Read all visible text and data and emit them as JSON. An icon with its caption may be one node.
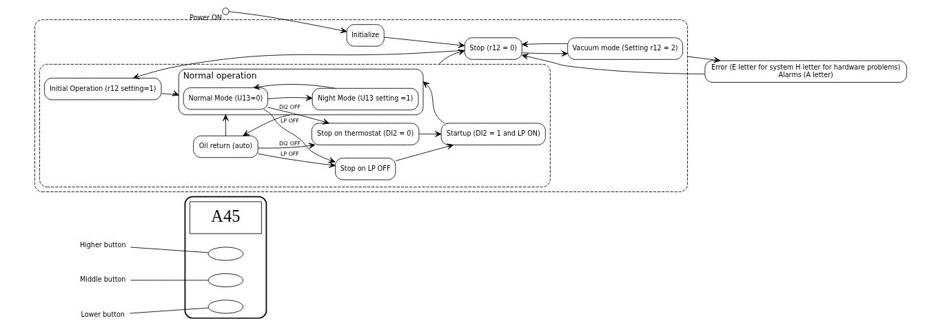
{
  "diagram": {
    "nodes": [
      {
        "text": [],
        "shape": "box"
      },
      {
        "text": [
          "A45"
        ],
        "in": 0
      },
      {
        "text": [],
        "shape": "ellipse",
        "in": 0
      },
      {
        "text": [],
        "shape": "ellipse",
        "in": 0
      },
      {
        "text": [],
        "shape": "ellipse",
        "in": 0
      },
      {
        "text": [
          "Higher button"
        ]
      },
      {
        "text": [
          "Middle button"
        ]
      },
      {
        "text": [
          "Lower button"
        ]
      },
      {
        "text": [],
        "shape": "circle",
        "beside": [
          "Power ON"
        ]
      },
      {
        "text": [],
        "shape": "box"
      },
      {
        "text": [
          "Initialize"
        ],
        "in": 9
      },
      {
        "text": [
          "Stop (r12 = 0)"
        ],
        "in": 9
      },
      {
        "text": [
          "Vacuum mode (Setting r12 = 2)"
        ],
        "in": 9
      },
      {
        "text": [],
        "shape": "box",
        "in": 9
      },
      {
        "text": [
          "Initial Operation (r12 setting=1)"
        ],
        "in": 13
      },
      {
        "text": [
          "Normal operation"
        ],
        "in": 13
      },
      {
        "text": [
          "Normal Mode (U13=0)"
        ],
        "in": 15
      },
      {
        "text": [
          "Night Mode (U13 setting =1)"
        ],
        "in": 15
      },
      {
        "text": [
          "Startup (DI2 = 1 and LP ON)"
        ],
        "in": 13
      },
      {
        "text": [
          "Oil return (auto)"
        ],
        "in": 13
      },
      {
        "text": [
          "Stop on LP OFF"
        ],
        "in": 13
      },
      {
        "text": [
          "Stop on thermostat (DI2 = 0)"
        ],
        "in": 13
      },
      {
        "text": [
          "Error (E letter for system H letter for hardware problems)",
          "Alarms (A letter)"
        ]
      }
    ],
    "edges": [
      {
        "from": 5,
        "to": 2,
        "arrow": "none"
      },
      {
        "from": 6,
        "to": 3,
        "arrow": "none"
      },
      {
        "from": 7,
        "to": 4,
        "arrow": "none"
      },
      {
        "from": 8,
        "to": 10,
        "arrow": "to"
      },
      {
        "from": 10,
        "to": 11,
        "arrow": "to"
      },
      {
        "from": 11,
        "to": 12,
        "arrow": "to"
      },
      {
        "from": 12,
        "to": 11,
        "arrow": "to"
      },
      {
        "from": 11,
        "to": 14,
        "arrow": "to"
      },
      {
        "from": 13,
        "to": 11,
        "arrow": "to"
      },
      {
        "from": 14,
        "to": 15,
        "arrow": "to"
      },
      {
        "from": 16,
        "to": 17,
        "arrow": "to"
      },
      {
        "from": 17,
        "to": 16,
        "arrow": "to"
      },
      {
        "from": 18,
        "to": 15,
        "arrow": "to"
      },
      {
        "from": 16,
        "to": 21,
        "arrow": "to",
        "label": "DI2 OFF"
      },
      {
        "from": 16,
        "to": 20,
        "arrow": "to",
        "label": "LP OFF"
      },
      {
        "from": 15,
        "to": 19,
        "arrow": "to"
      },
      {
        "from": 19,
        "to": 15,
        "arrow": "to"
      },
      {
        "from": 19,
        "to": 21,
        "arrow": "to",
        "label": "DI2 OFF"
      },
      {
        "from": 19,
        "to": 20,
        "arrow": "to",
        "label": "LP OFF"
      },
      {
        "from": 20,
        "to": 18,
        "arrow": "to"
      },
      {
        "from": 21,
        "to": 18,
        "arrow": "to"
      },
      {
        "from": 9,
        "to": 22,
        "arrow": "to"
      },
      {
        "from": 22,
        "to": 11,
        "arrow": "to"
      }
    ]
  }
}
